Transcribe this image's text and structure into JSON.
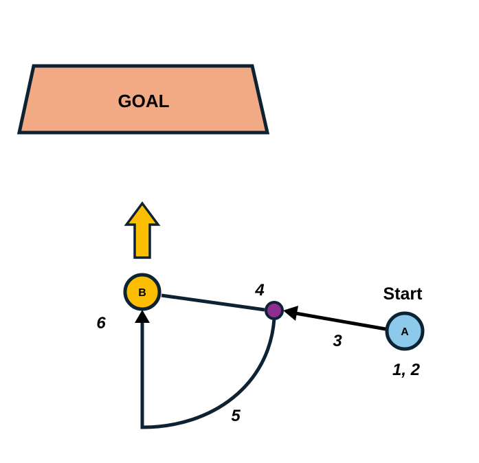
{
  "goal": {
    "label": "GOAL",
    "fill": "#f2aa84"
  },
  "start_label": "Start",
  "nodes": {
    "a": {
      "label": "A",
      "fill": "#8cc9ea"
    },
    "b": {
      "label": "B",
      "fill": "#fcbe00"
    },
    "waypoint": {
      "fill": "#8e2c8f"
    }
  },
  "up_arrow": {
    "fill": "#fcbe00"
  },
  "stroke_color": "#0d2233",
  "steps": {
    "a_steps": "1, 2",
    "arrow_to_waypoint": "3",
    "waypoint": "4",
    "curve": "5",
    "b": "6"
  }
}
